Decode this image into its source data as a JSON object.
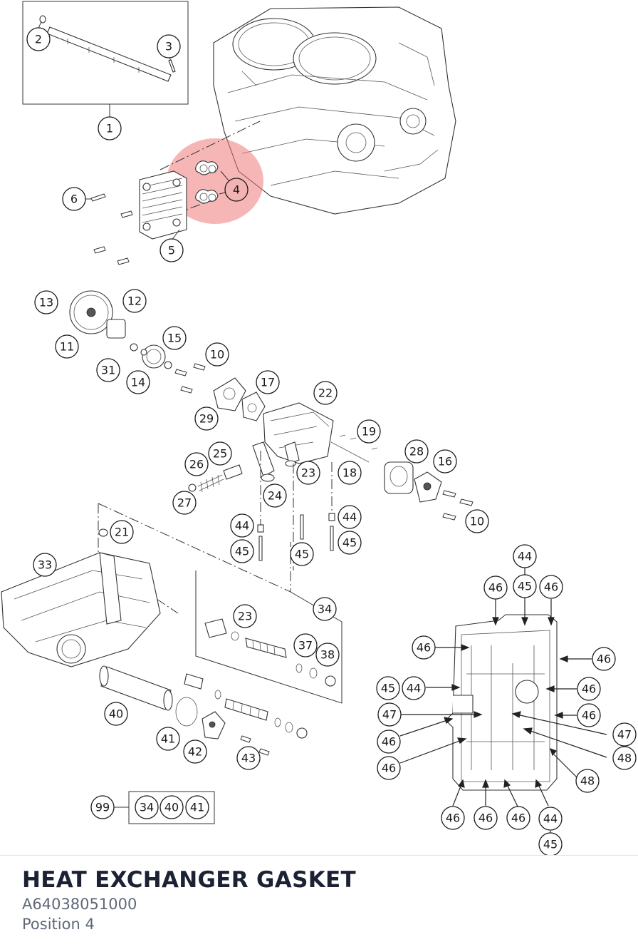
{
  "highlight": {
    "color": "#f07a7a",
    "callout": "4"
  },
  "callouts": [
    {
      "id": "c1",
      "label": "1"
    },
    {
      "id": "c2",
      "label": "2"
    },
    {
      "id": "c3",
      "label": "3"
    },
    {
      "id": "c4",
      "label": "4"
    },
    {
      "id": "c5",
      "label": "5"
    },
    {
      "id": "c6",
      "label": "6"
    },
    {
      "id": "c13",
      "label": "13"
    },
    {
      "id": "c12",
      "label": "12"
    },
    {
      "id": "c11",
      "label": "11"
    },
    {
      "id": "c15",
      "label": "15"
    },
    {
      "id": "c10a",
      "label": "10"
    },
    {
      "id": "c31",
      "label": "31"
    },
    {
      "id": "c14",
      "label": "14"
    },
    {
      "id": "c17",
      "label": "17"
    },
    {
      "id": "c22",
      "label": "22"
    },
    {
      "id": "c29",
      "label": "29"
    },
    {
      "id": "c19",
      "label": "19"
    },
    {
      "id": "c28",
      "label": "28"
    },
    {
      "id": "c16",
      "label": "16"
    },
    {
      "id": "c25",
      "label": "25"
    },
    {
      "id": "c26",
      "label": "26"
    },
    {
      "id": "c23a",
      "label": "23"
    },
    {
      "id": "c18",
      "label": "18"
    },
    {
      "id": "c24",
      "label": "24"
    },
    {
      "id": "c27",
      "label": "27"
    },
    {
      "id": "c44a",
      "label": "44"
    },
    {
      "id": "c10b",
      "label": "10"
    },
    {
      "id": "c44b",
      "label": "44"
    },
    {
      "id": "c45a",
      "label": "45"
    },
    {
      "id": "c45b",
      "label": "45"
    },
    {
      "id": "c45c",
      "label": "45"
    },
    {
      "id": "c21",
      "label": "21"
    },
    {
      "id": "c33",
      "label": "33"
    },
    {
      "id": "c34",
      "label": "34"
    },
    {
      "id": "c23b",
      "label": "23"
    },
    {
      "id": "c37",
      "label": "37"
    },
    {
      "id": "c38",
      "label": "38"
    },
    {
      "id": "c40",
      "label": "40"
    },
    {
      "id": "c41",
      "label": "41"
    },
    {
      "id": "c42",
      "label": "42"
    },
    {
      "id": "c43",
      "label": "43"
    },
    {
      "id": "c99",
      "label": "99"
    },
    {
      "id": "c99_34",
      "label": "34"
    },
    {
      "id": "c99_40",
      "label": "40"
    },
    {
      "id": "c99_41",
      "label": "41"
    },
    {
      "id": "p44top",
      "label": "44"
    },
    {
      "id": "p45top",
      "label": "45"
    },
    {
      "id": "p46a",
      "label": "46"
    },
    {
      "id": "p46b",
      "label": "46"
    },
    {
      "id": "p46c",
      "label": "46"
    },
    {
      "id": "p46d",
      "label": "46"
    },
    {
      "id": "p45l",
      "label": "45"
    },
    {
      "id": "p44l",
      "label": "44"
    },
    {
      "id": "p46e",
      "label": "46"
    },
    {
      "id": "p47l",
      "label": "47"
    },
    {
      "id": "p46f",
      "label": "46"
    },
    {
      "id": "p47r",
      "label": "47"
    },
    {
      "id": "p46g",
      "label": "46"
    },
    {
      "id": "p46h",
      "label": "46"
    },
    {
      "id": "p48a",
      "label": "48"
    },
    {
      "id": "p48b",
      "label": "48"
    },
    {
      "id": "p46i",
      "label": "46"
    },
    {
      "id": "p46j",
      "label": "46"
    },
    {
      "id": "p46k",
      "label": "46"
    },
    {
      "id": "p44b",
      "label": "44"
    },
    {
      "id": "p45b",
      "label": "45"
    }
  ],
  "footer": {
    "part_name": "HEAT EXCHANGER GASKET",
    "part_number": "A64038051000",
    "position": "Position 4"
  }
}
